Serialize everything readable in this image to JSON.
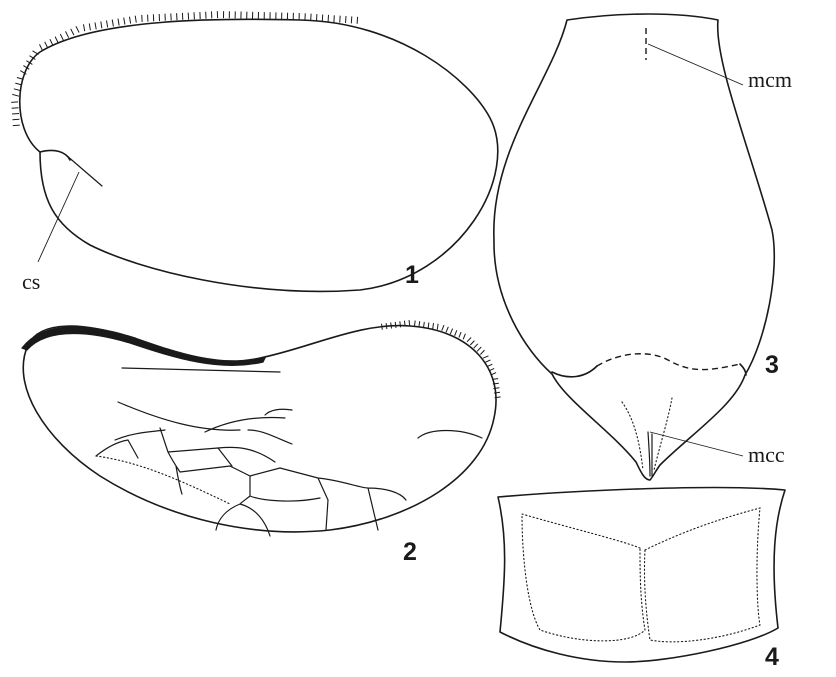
{
  "figure_labels": {
    "fig1": "1",
    "fig2": "2",
    "fig3": "3",
    "fig4": "4"
  },
  "annotations": {
    "cs": "cs",
    "mcm": "mcm",
    "mcc": "mcc"
  },
  "colors": {
    "ink": "#1a1a1a",
    "background": "#ffffff"
  }
}
